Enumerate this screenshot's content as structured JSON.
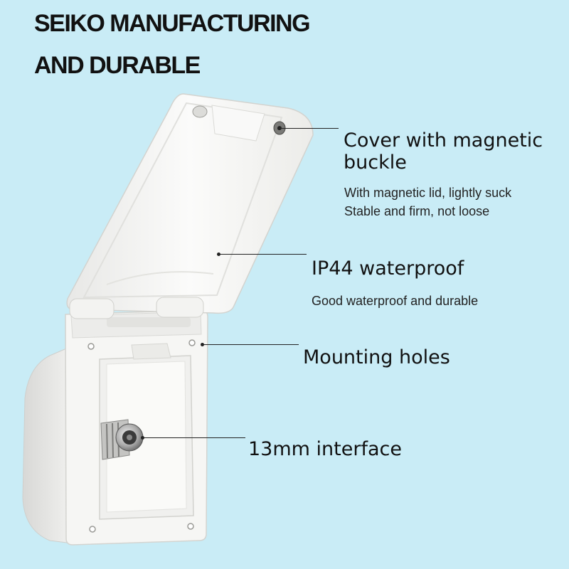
{
  "headline": {
    "line1": "SEIKO MANUFACTURING",
    "line2": "AND DURABLE"
  },
  "callouts": [
    {
      "title_line1": "Cover with magnetic",
      "title_line2": "buckle",
      "desc_line1": "With magnetic lid, lightly suck",
      "desc_line2": "Stable and firm, not loose"
    },
    {
      "title": "IP44 waterproof",
      "desc": "Good waterproof and durable"
    },
    {
      "title": "Mounting holes"
    },
    {
      "title": "13mm interface"
    }
  ],
  "colors": {
    "background": "#c9ecf6",
    "product": "#f7f7f5",
    "text": "#111111"
  }
}
